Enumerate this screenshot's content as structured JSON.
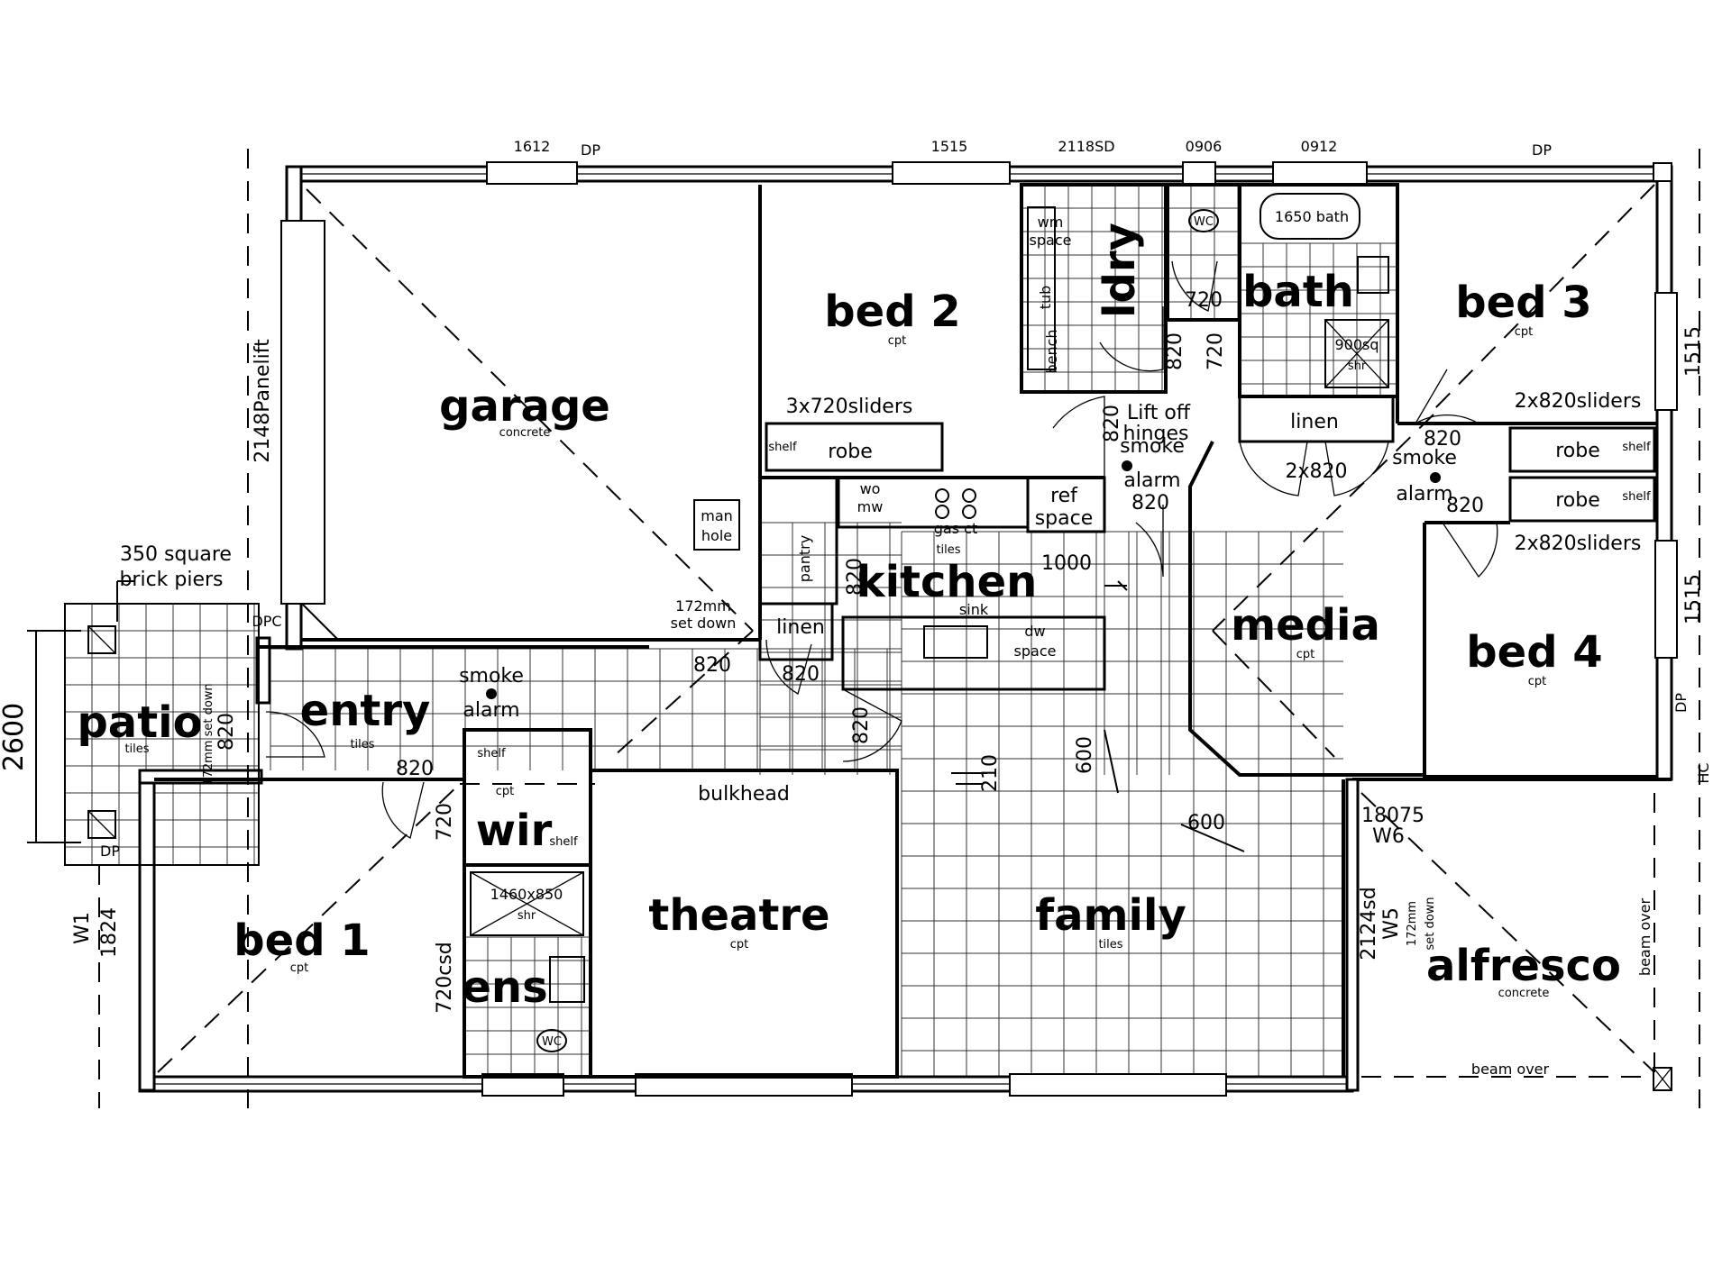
{
  "rooms": {
    "garage": {
      "name": "garage",
      "finish": "concrete"
    },
    "bed2": {
      "name": "bed  2",
      "finish": "cpt"
    },
    "bed3": {
      "name": "bed  3",
      "finish": "cpt"
    },
    "bed4": {
      "name": "bed  4",
      "finish": "cpt"
    },
    "bed1": {
      "name": "bed  1",
      "finish": "cpt"
    },
    "kitchen": {
      "name": "kitchen"
    },
    "media": {
      "name": "media",
      "finish": "cpt"
    },
    "theatre": {
      "name": "theatre",
      "finish": "cpt"
    },
    "family": {
      "name": "family",
      "finish": "tiles"
    },
    "alfresco": {
      "name": "alfresco",
      "finish": "concrete"
    },
    "entry": {
      "name": "entry",
      "finish": "tiles"
    },
    "patio": {
      "name": "patio",
      "finish": "tiles"
    },
    "ldry": {
      "name": "ldry"
    },
    "bath": {
      "name": "bath"
    },
    "wir": {
      "name": "wir"
    },
    "ens": {
      "name": "ens"
    }
  },
  "labels": {
    "panelift": "2148Panelift",
    "brick_piers_1": "350 square",
    "brick_piers_2": "brick piers",
    "dpc": "DPC",
    "dp": "DP",
    "hc": "HC",
    "set_down_garage_1": "172mm",
    "set_down_garage_2": "set down",
    "set_down_patio": "172mm set down",
    "set_down_alfresco_1": "172mm",
    "set_down_alfresco_2": "set down",
    "sliders_bed2": "3x720sliders",
    "sliders_bed3": "2x820sliders",
    "sliders_bed4": "2x820sliders",
    "robe": "robe",
    "shelf": "shelf",
    "wm_space_1": "wm",
    "wm_space_2": "space",
    "tub": "tub",
    "bench": "bench",
    "wc": "WC",
    "bath_size": "1650 bath",
    "shower_bath": "900sq",
    "shower_bath_2": "shr",
    "shower_ens": "1460x850",
    "shower_ens_2": "shr",
    "lift_off_1": "Lift off",
    "lift_off_2": "hinges",
    "smoke": "smoke",
    "alarm": "alarm",
    "linen": "linen",
    "man_hole_1": "man",
    "man_hole_2": "hole",
    "wo_mw_1": "wo",
    "wo_mw_2": "mw",
    "gas_ct_1": "gas  ct",
    "gas_ct_2": "tiles",
    "ref_space_1": "ref",
    "ref_space_2": "space",
    "pantry": "pantry",
    "sink": "sink",
    "dw_space_1": "dw",
    "dw_space_2": "space",
    "bulkhead": "bulkhead",
    "beam_over": "beam  over",
    "beam_over_2": "beam  over",
    "w6": "W6",
    "w5": "W5",
    "w1": "W1",
    "sd_2124": "2124sd",
    "csd_720": "720csd",
    "d820": "820",
    "d720": "720",
    "d2x820": "2x820",
    "d1000": "1000",
    "d600": "600",
    "d210": "210",
    "d1515": "1515",
    "d1824": "1824",
    "d2600": "2600",
    "d18075": "18075",
    "cpt": "cpt"
  },
  "top_dims": {
    "d1": "1612",
    "d2": "1515",
    "d3": "2118SD",
    "d4": "0906",
    "d5": "0912"
  }
}
